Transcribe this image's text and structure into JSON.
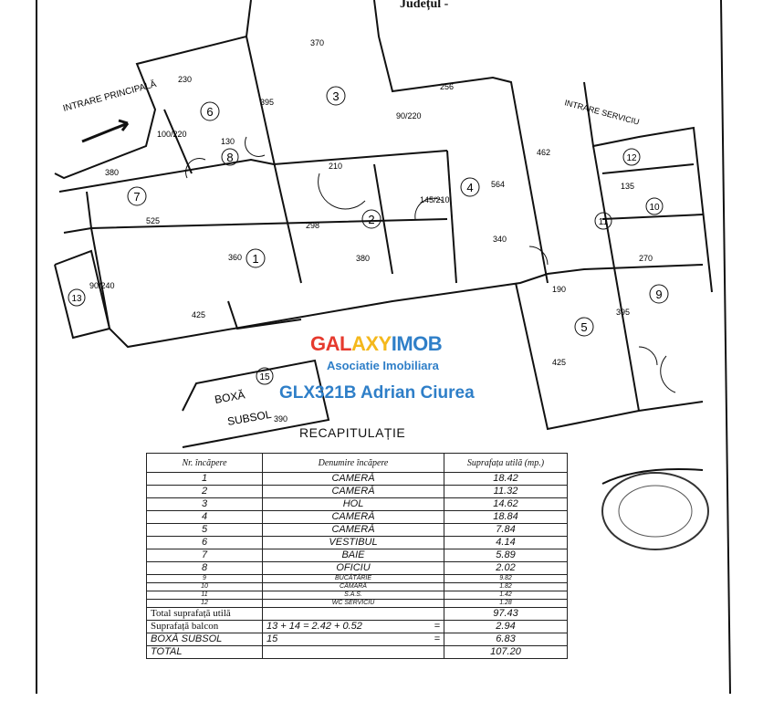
{
  "header": {
    "county": "Județul -"
  },
  "plan": {
    "entrance_main": "INTRARE PRINCIPALĂ",
    "entrance_service": "INTRARE SERVICIU",
    "rooms": [
      "1",
      "2",
      "3",
      "4",
      "5",
      "6",
      "7",
      "8",
      "9",
      "10",
      "11",
      "12",
      "13",
      "15"
    ],
    "basement_box": "BOXĂ",
    "basement_label": "SUBSOL",
    "dimensions": [
      "370",
      "230",
      "380",
      "525",
      "360",
      "425",
      "395",
      "298",
      "210",
      "380",
      "256",
      "564",
      "462",
      "340",
      "190",
      "425",
      "270",
      "395",
      "135",
      "100/220",
      "90/220",
      "90/240",
      "145/210",
      "130",
      "390"
    ]
  },
  "watermark": {
    "brand_parts": [
      "GAL",
      "AXY",
      "IMOB"
    ],
    "brand_colors": [
      "#e63a2e",
      "#f4b81c",
      "#2f7fc8"
    ],
    "tagline": "Asociatie Imobiliara",
    "agent": "GLX321B Adrian Ciurea"
  },
  "recap": {
    "title": "RECAPITULAȚIE",
    "headers": [
      "Nr. încăpere",
      "Denumire încăpere",
      "Suprafața utilă (mp.)"
    ],
    "rows": [
      {
        "nr": "1",
        "name": "CAMERĂ",
        "area": "18.42"
      },
      {
        "nr": "2",
        "name": "CAMERĂ",
        "area": "11.32"
      },
      {
        "nr": "3",
        "name": "HOL",
        "area": "14.62"
      },
      {
        "nr": "4",
        "name": "CAMERĂ",
        "area": "18.84"
      },
      {
        "nr": "5",
        "name": "CAMERĂ",
        "area": "7.84"
      },
      {
        "nr": "6",
        "name": "VESTIBUL",
        "area": "4.14"
      },
      {
        "nr": "7",
        "name": "BAIE",
        "area": "5.89"
      },
      {
        "nr": "8",
        "name": "OFICIU",
        "area": "2.02"
      },
      {
        "nr": "9",
        "name": "BUCĂTĂRIE",
        "area": "9.82"
      },
      {
        "nr": "10",
        "name": "CĂMARĂ",
        "area": "1.82"
      },
      {
        "nr": "11",
        "name": "S.A.S.",
        "area": "1.42"
      },
      {
        "nr": "12",
        "name": "WC SERVICIU",
        "area": "1.28"
      }
    ],
    "total_useful_label": "Total suprafață utilă",
    "total_useful": "97.43",
    "balcony_label": "Suprafață balcon",
    "balcony_formula": "13 + 14 = 2.42 + 0.52",
    "balcony_eq": "=",
    "balcony": "2.94",
    "basement_label": "BOXĂ SUBSOL",
    "basement_nr": "15",
    "basement_eq": "=",
    "basement": "6.83",
    "total_label": "TOTAL",
    "total": "107.20"
  }
}
